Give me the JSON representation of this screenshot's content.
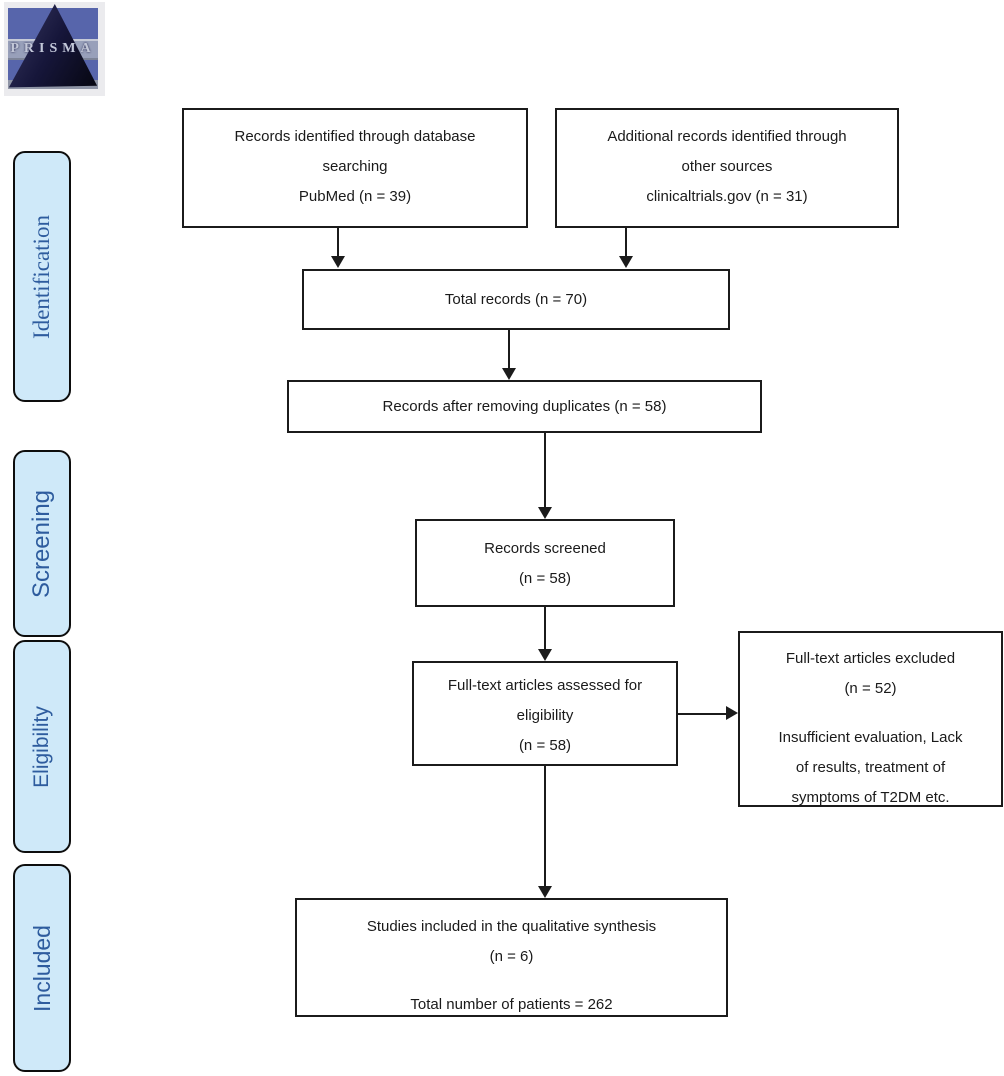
{
  "logo": {
    "text": "PRISMA"
  },
  "sidebar": {
    "stages": [
      {
        "label": "Identification"
      },
      {
        "label": "Screening"
      },
      {
        "label": "Eligibility"
      },
      {
        "label": "Included"
      }
    ]
  },
  "flow": {
    "records_identified": {
      "lines": [
        "Records identified through database",
        "searching",
        "PubMed (n = 39)"
      ]
    },
    "additional_records": {
      "lines": [
        "Additional records identified through",
        "other sources",
        "clinicaltrials.gov (n = 31)"
      ]
    },
    "total_records": {
      "label": "Total records (n = 70)"
    },
    "after_duplicates": {
      "label": "Records after removing duplicates (n = 58)"
    },
    "records_screened": {
      "lines": [
        "Records screened",
        "(n = 58)"
      ]
    },
    "fulltext_assessed": {
      "lines": [
        "Full-text articles assessed for",
        "eligibility",
        "(n = 58)"
      ]
    },
    "fulltext_excluded": {
      "lines": [
        "Full-text articles excluded",
        "(n = 52)"
      ],
      "reasons": [
        "Insufficient evaluation, Lack",
        "of results, treatment of",
        "symptoms of T2DM etc."
      ]
    },
    "studies_included": {
      "lines": [
        "Studies included in the qualitative synthesis",
        "(n = 6)"
      ],
      "total": "Total number of patients = 262"
    }
  },
  "edges": [
    {
      "from": "records_identified",
      "to": "total_records"
    },
    {
      "from": "additional_records",
      "to": "total_records"
    },
    {
      "from": "total_records",
      "to": "after_duplicates"
    },
    {
      "from": "after_duplicates",
      "to": "records_screened"
    },
    {
      "from": "records_screened",
      "to": "fulltext_assessed"
    },
    {
      "from": "fulltext_assessed",
      "to": "fulltext_excluded"
    },
    {
      "from": "fulltext_assessed",
      "to": "studies_included"
    }
  ],
  "colors": {
    "stage_fill": "#cfe9f9",
    "stage_text": "#2e5c9e",
    "box_border": "#1b1b1b",
    "arrow": "#1b1b1b",
    "logo_blue": "#5765ab",
    "logo_stripe": "#98a0ba",
    "logo_triangle": "#16163a"
  }
}
